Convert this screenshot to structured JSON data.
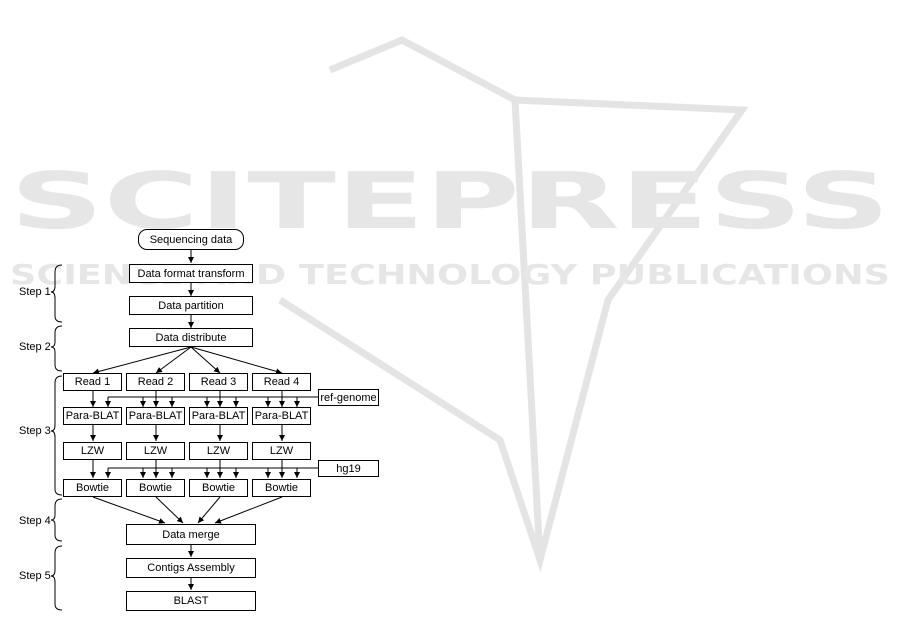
{
  "watermark": {
    "title": "SCITEPRESS",
    "subtitle": "SCIENCE AND TECHNOLOGY PUBLICATIONS",
    "color": "#e6e6e6"
  },
  "flowchart": {
    "start": "Sequencing data",
    "steps": [
      "Step 1",
      "Step 2",
      "Step 3",
      "Step 4",
      "Step 5"
    ],
    "data_format_transform": "Data format transform",
    "data_partition": "Data partition",
    "data_distribute": "Data distribute",
    "reads": [
      "Read 1",
      "Read 2",
      "Read 3",
      "Read 4"
    ],
    "para_blat": [
      "Para-BLAT",
      "Para-BLAT",
      "Para-BLAT",
      "Para-BLAT"
    ],
    "lzw": [
      "LZW",
      "LZW",
      "LZW",
      "LZW"
    ],
    "bowtie": [
      "Bowtie",
      "Bowtie",
      "Bowtie",
      "Bowtie"
    ],
    "ref_genome": "ref-genome",
    "hg19": "hg19",
    "data_merge": "Data merge",
    "contigs_assembly": "Contigs Assembly",
    "blast": "BLAST"
  }
}
